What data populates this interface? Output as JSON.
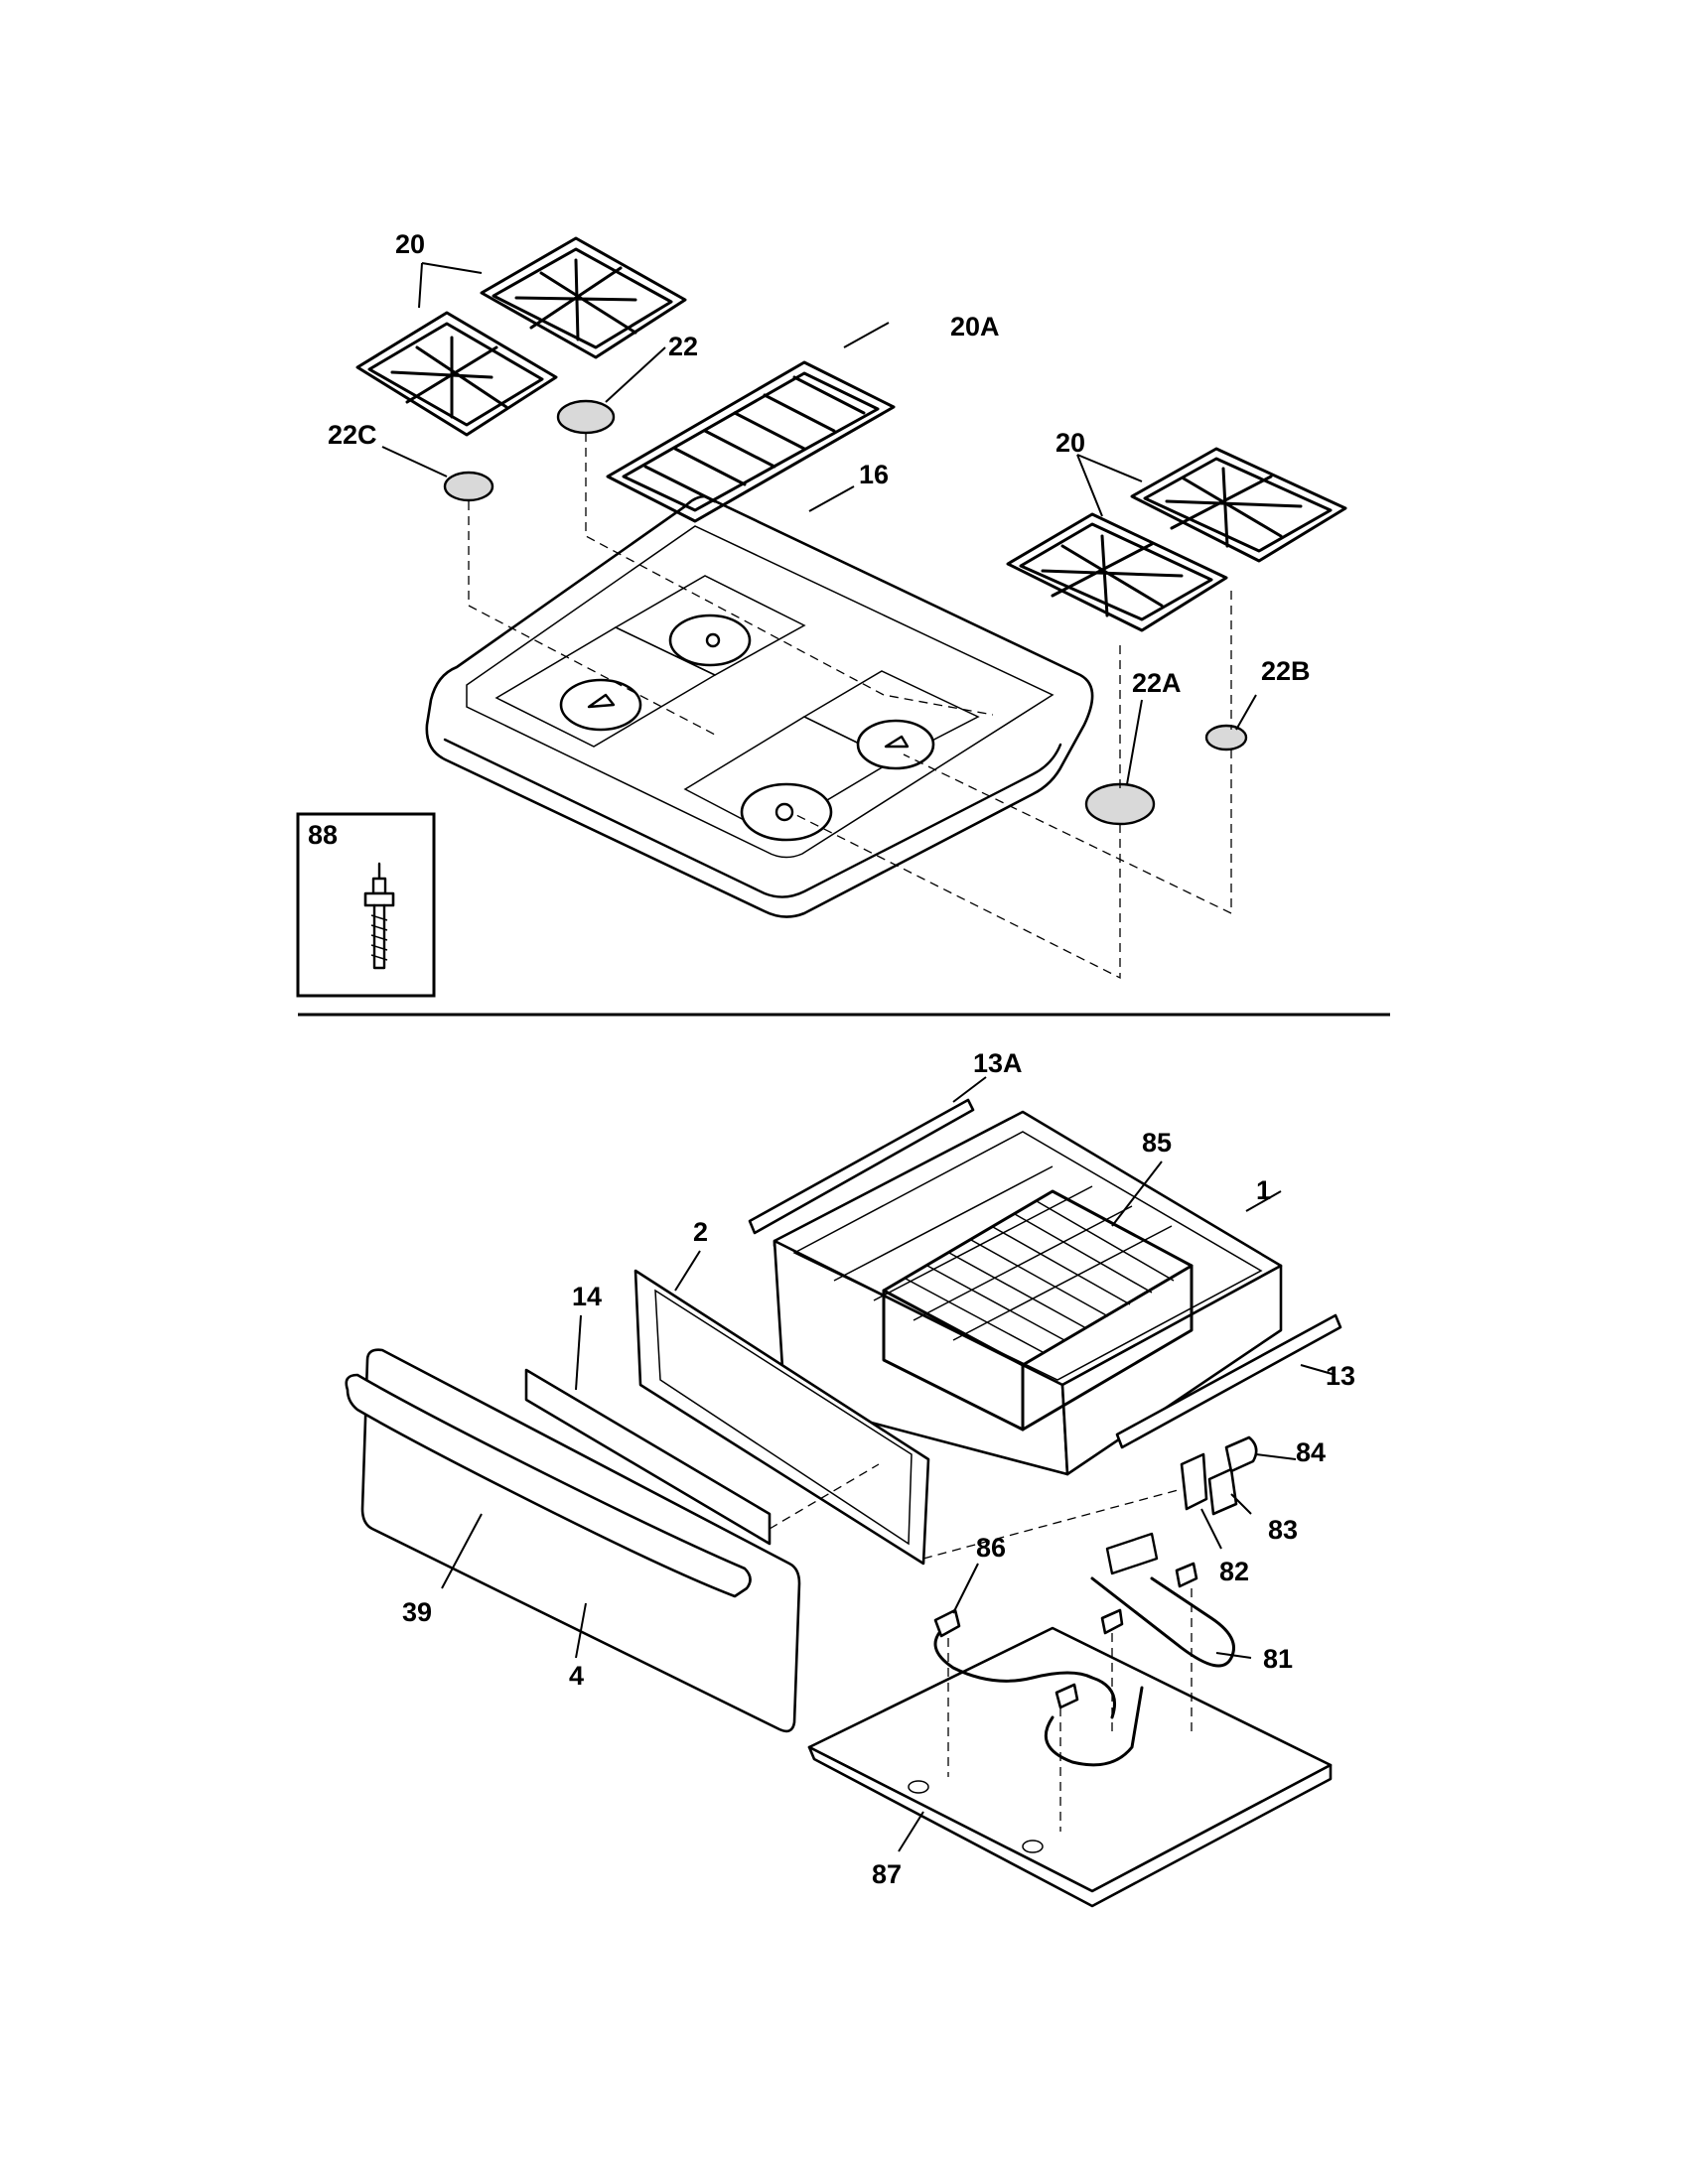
{
  "callouts": {
    "grates_left": "20",
    "center_grate": "20A",
    "cap_22": "22",
    "cap_22c": "22C",
    "cooktop": "16",
    "grates_right": "20",
    "cap_22a": "22A",
    "cap_22b": "22B",
    "stud": "88",
    "side_rail_13a": "13A",
    "rack": "85",
    "drawer_box": "1",
    "inner_panel": "2",
    "strip": "14",
    "side_rail_13": "13",
    "part_84": "84",
    "part_83": "83",
    "part_82": "82",
    "part_86": "86",
    "element": "81",
    "handle": "39",
    "front_panel": "4",
    "bottom_tray": "87"
  }
}
